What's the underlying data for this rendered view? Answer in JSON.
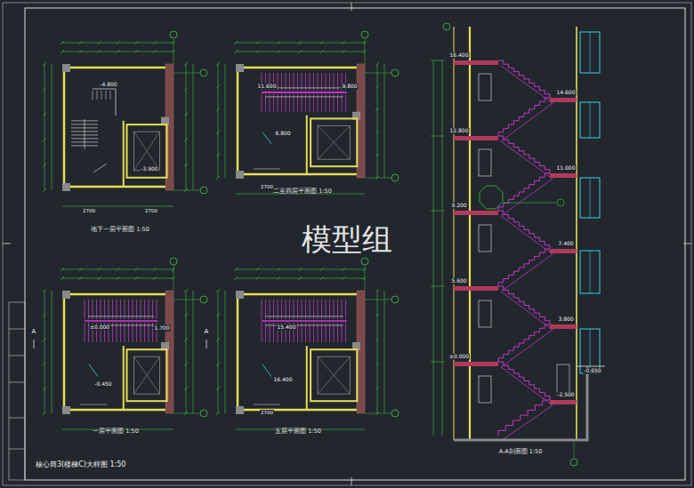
{
  "diagram": {
    "caption": "核心筒3(楼梯C)大样图 1:50",
    "nodes": [
      {
        "text": [
          "地下一层平面图 1:50"
        ]
      },
      {
        "text": [
          "二至四层平面图 1:50"
        ]
      },
      {
        "text": [
          "一层平面图 1:50"
        ]
      },
      {
        "text": [
          "五层平面图 1:50"
        ]
      },
      {
        "text": [
          "A-A剖面图 1:50"
        ]
      }
    ],
    "labels": [
      "模型组",
      "-4.800",
      "-3.900",
      "11.600",
      "9.800",
      "6.800",
      "±0.000",
      "1.700",
      "-0.450",
      "15.400",
      "16.400",
      "16.400",
      "12.800",
      "9.200",
      "5.600",
      "±0.000",
      "14.600",
      "11.000",
      "7.400",
      "3.800",
      "-0.650",
      "-2.500",
      "2700",
      "2700",
      "2700",
      "2700",
      "A",
      "A"
    ]
  }
}
